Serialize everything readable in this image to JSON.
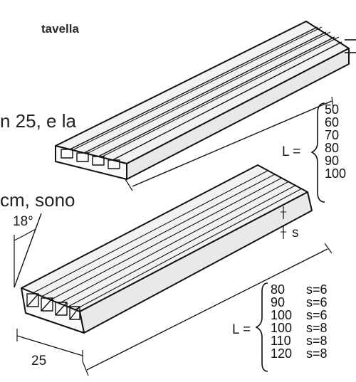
{
  "page_text": {
    "title_fragment": "tavella",
    "text_fragment_1": "n 25, e la",
    "text_fragment_2": "cm, sono"
  },
  "top_block": {
    "length_label": "L =",
    "lengths": [
      "50",
      "60",
      "70",
      "80",
      "90",
      "100"
    ]
  },
  "bottom_block": {
    "angle_label": "18°",
    "thickness_label": "s",
    "width_label": "25",
    "length_label": "L =",
    "lengths": [
      "80",
      "90",
      "100",
      "100",
      "110",
      "120"
    ],
    "thicknesses": [
      "s=6",
      "s=6",
      "s=6",
      "s=8",
      "s=8",
      "s=8"
    ]
  }
}
